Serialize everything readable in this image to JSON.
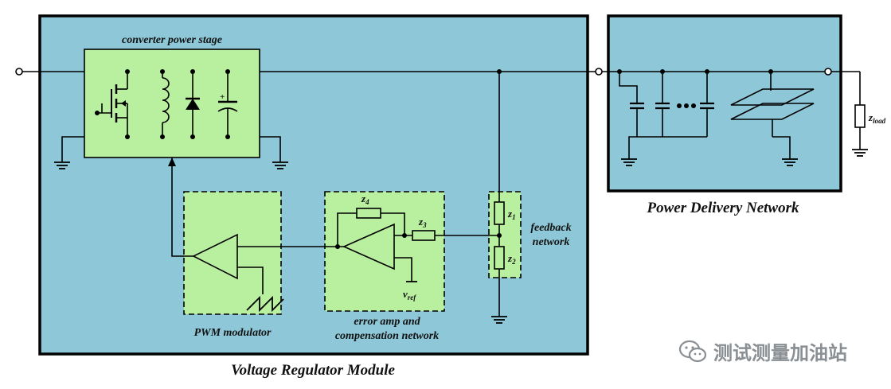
{
  "labels": {
    "converter_power_stage": "converter power stage",
    "pwm_modulator": "PWM modulator",
    "error_amp_line1": "error amp and",
    "error_amp_line2": "compensation network",
    "feedback_line1": "feedback",
    "feedback_line2": "network",
    "vrm_title": "Voltage Regulator Module",
    "pdn_title": "Power Delivery Network",
    "z1": "z",
    "z1_sub": "1",
    "z2": "z",
    "z2_sub": "2",
    "z3": "z",
    "z3_sub": "3",
    "z4": "z",
    "z4_sub": "4",
    "vref": "v",
    "vref_sub": "ref",
    "zload": "z",
    "zload_sub": "load",
    "plus_sign": "+"
  },
  "watermark": {
    "text": "测试测量加油站",
    "icon": "wechat-icon"
  },
  "colors": {
    "module_fill": "#8ec8d8",
    "block_fill": "#b8f0a0",
    "line": "#000000",
    "watermark": "#8a8f94"
  }
}
